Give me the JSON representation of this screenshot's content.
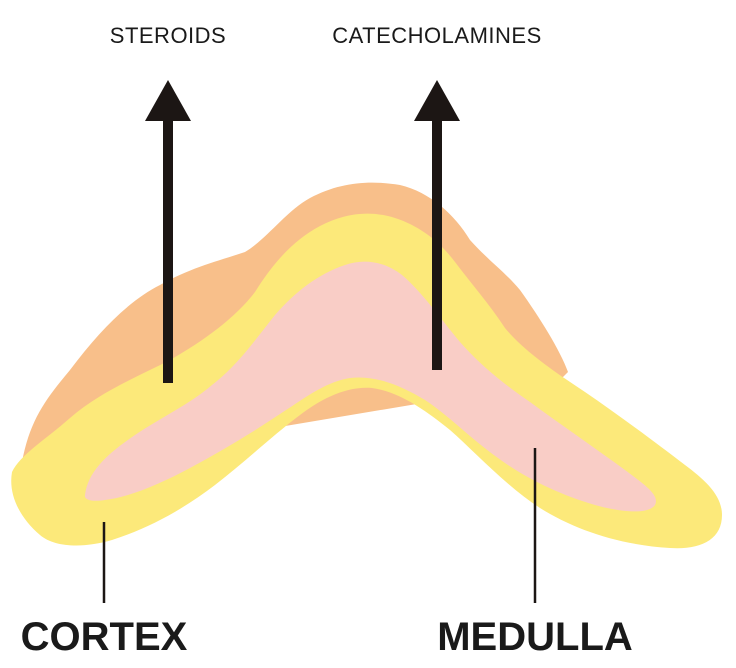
{
  "labels": {
    "steroids": "STEROIDS",
    "catecholamines": "CATECHOLAMINES",
    "cortex": "CORTEX",
    "medulla": "MEDULLA"
  },
  "colors": {
    "outer_cortex": "#f8bf8a",
    "cortex": "#fce97a",
    "medulla": "#f9cdc6",
    "arrow": "#1c1614",
    "text": "#1a1a1a",
    "background": "#ffffff"
  }
}
